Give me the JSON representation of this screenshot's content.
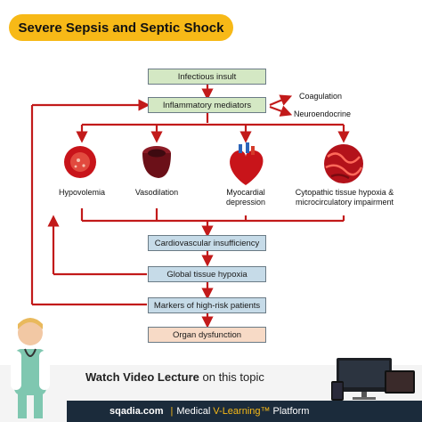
{
  "title": "Severe Sepsis and Septic Shock",
  "boxes": {
    "infectious_insult": "Infectious insult",
    "inflammatory_mediators": "Inflammatory mediators",
    "cardiovascular_insufficiency": "Cardiovascular insufficiency",
    "global_tissue_hypoxia": "Global tissue hypoxia",
    "markers": "Markers of high-risk patients",
    "organ_dysfunction": "Organ dysfunction"
  },
  "side_outputs": {
    "coagulation": "Coagulation",
    "neuroendocrine": "Neuroendocrine"
  },
  "effects": {
    "hypovolemia": "Hypovolemia",
    "vasodilation": "Vasodilation",
    "myocardial_1": "Myocardial",
    "myocardial_2": "depression",
    "cytopathic_1": "Cytopathic tissue hypoxia &",
    "cytopathic_2": "microcirculatory impairment"
  },
  "footer": {
    "watch_bold": "Watch Video Lecture",
    "watch_rest": "on this topic",
    "brand": "sqadia.com",
    "platform_1": "Medical",
    "platform_2": "V-Learning™",
    "platform_3": "Platform"
  },
  "colors": {
    "accent": "#f7b917",
    "arrow_red": "#c21a1a",
    "green_box": "#d4e8c4",
    "blue_box": "#c6dbe8",
    "peach_box": "#f7dac6",
    "footer_bar": "#1b2b3b"
  }
}
